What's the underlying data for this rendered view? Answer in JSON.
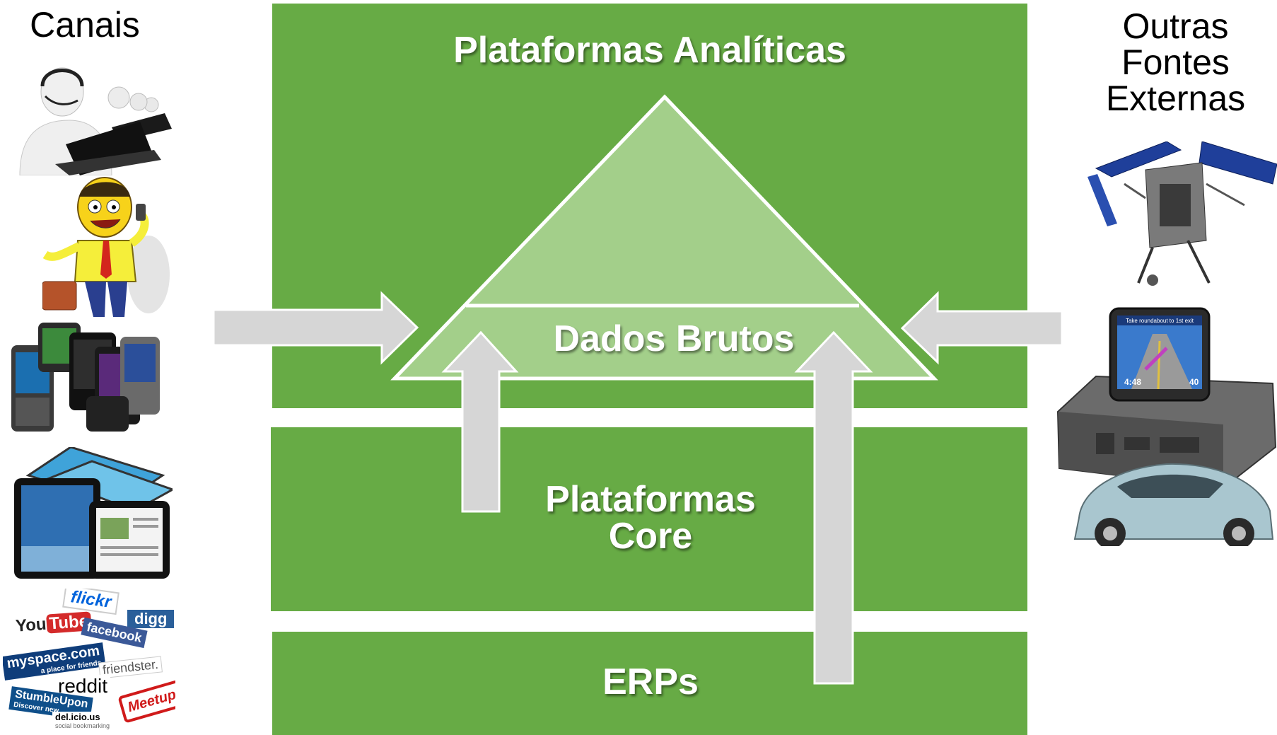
{
  "left": {
    "title": "Canais"
  },
  "right": {
    "title_lines": [
      "Outras",
      "Fontes",
      "Externas"
    ]
  },
  "platform": {
    "top_label": "Plataformas Analíticas",
    "raw_label": "Dados Brutos",
    "core_lines": [
      "Plataformas",
      "Core"
    ],
    "erp_label": "ERPs"
  },
  "social_logos": [
    "flickr",
    "You",
    "Tube",
    "digg",
    "facebook",
    "myspace.com",
    "a place for friends",
    "friendster.",
    "reddit",
    "StumbleUpon",
    "Discover new",
    "Meetup",
    "del.icio.us",
    "social bookmarking"
  ],
  "gps_screen": {
    "banner": "Take roundabout to 1st exit",
    "time": "4:48",
    "speed": "40"
  },
  "colors": {
    "band_green": "#67ab45",
    "triangle_green": "#a3cf8a",
    "arrow_fill": "#d6d6d6",
    "arrow_stroke": "#ffffff",
    "label_text": "#ffffff"
  },
  "icons": [
    "call-center-icon",
    "cartoon-phone-man-icon",
    "mobile-phones-icon",
    "tablets-icon",
    "social-logos-icon",
    "satellite-icon",
    "gps-car-icon"
  ]
}
